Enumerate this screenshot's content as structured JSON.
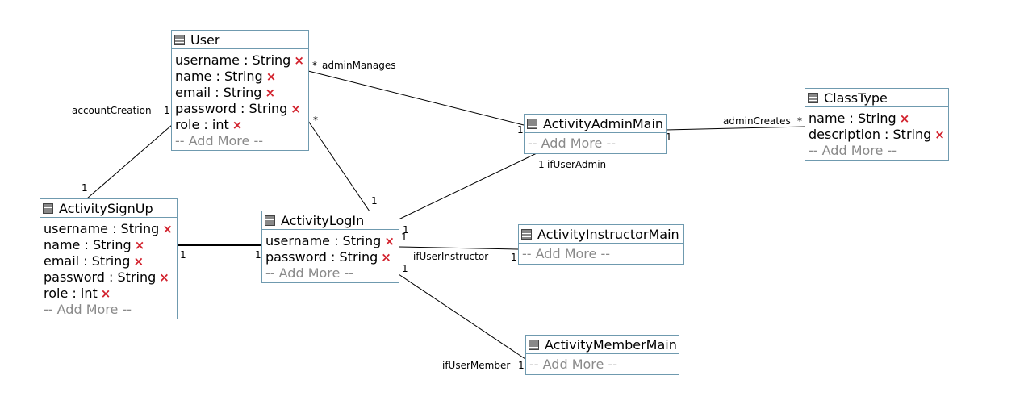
{
  "add_more_label": "-- Add More --",
  "remove_glyph": "×",
  "classes": {
    "user": {
      "name": "User",
      "attributes": [
        "username : String",
        "name : String",
        "email : String",
        "password : String",
        "role : int"
      ]
    },
    "activity_sign_up": {
      "name": "ActivitySignUp",
      "attributes": [
        "username : String",
        "name : String",
        "email : String",
        "password : String",
        "role : int"
      ]
    },
    "activity_log_in": {
      "name": "ActivityLogIn",
      "attributes": [
        "username : String",
        "password : String"
      ]
    },
    "activity_admin_main": {
      "name": "ActivityAdminMain",
      "attributes": []
    },
    "activity_instructor_main": {
      "name": "ActivityInstructorMain",
      "attributes": []
    },
    "activity_member_main": {
      "name": "ActivityMemberMain",
      "attributes": []
    },
    "class_type": {
      "name": "ClassType",
      "attributes": [
        "name : String",
        "description : String"
      ]
    }
  },
  "associations": {
    "user_admin": {
      "role": "adminManages",
      "mult_user": "*",
      "mult_admin": "1"
    },
    "user_signup": {
      "role": "accountCreation",
      "mult_user": "1",
      "mult_signup": "1"
    },
    "user_login": {
      "mult_user": "*",
      "mult_login": "1"
    },
    "signup_login": {
      "mult_signup": "1",
      "mult_login": "1"
    },
    "login_admin": {
      "role": "ifUserAdmin",
      "mult_admin": "1",
      "mult_login": "1"
    },
    "login_instructor": {
      "role": "ifUserInstructor",
      "mult_login": "1",
      "mult_instructor": "1"
    },
    "login_member": {
      "role": "ifUserMember",
      "mult_login": "1",
      "mult_member": "1"
    },
    "admin_classtype": {
      "role": "adminCreates",
      "mult_admin": "1",
      "mult_classtype": "*"
    }
  },
  "colors": {
    "border": "#6f9aaf",
    "remove": "#d2222d",
    "placeholder": "#8a8a8a",
    "line": "#000000"
  }
}
